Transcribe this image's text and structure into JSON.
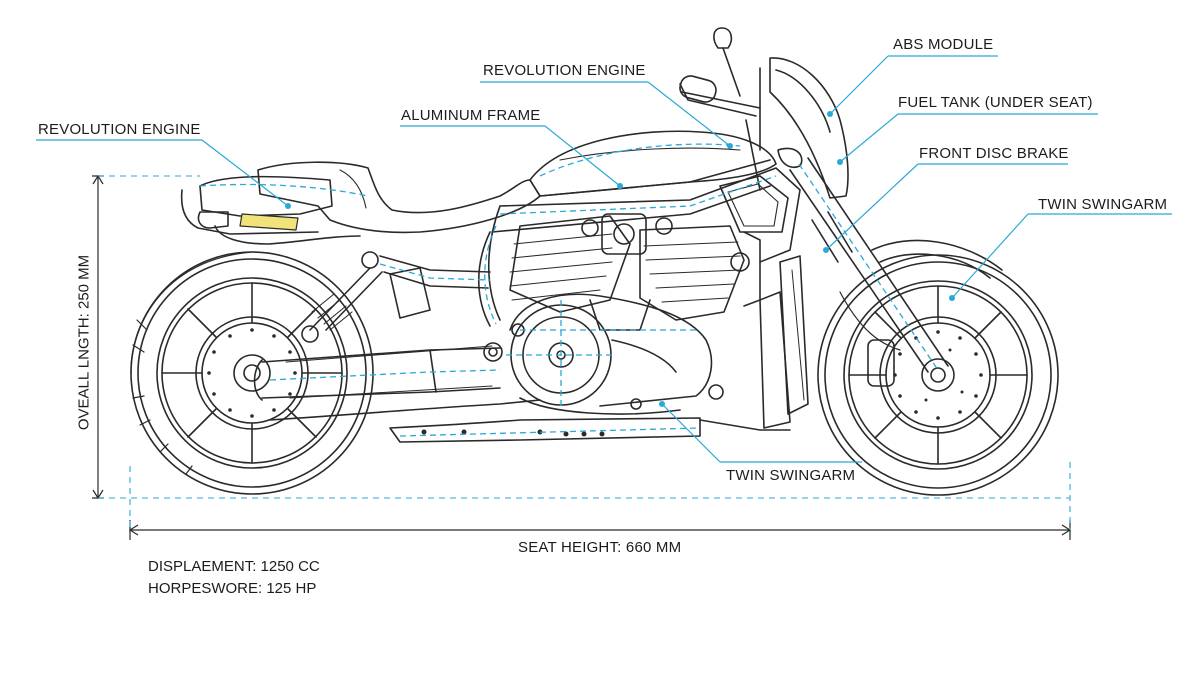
{
  "callouts": {
    "abs_module": "ABS MODULE",
    "revolution_engine_top": "REVOLUTION ENGINE",
    "fuel_tank": "FUEL TANK (UNDER SEAT)",
    "aluminum_frame": "ALUMINUM FRAME",
    "revolution_engine_left": "REVOLUTION ENGINE",
    "front_disc_brake": "FRONT DISC BRAKE",
    "twin_swingarm_right": "TWIN SWINGARM",
    "twin_swingarm_bottom": "TWIN SWINGARM"
  },
  "dimensions": {
    "overall_length": "OVEALL LNGTH: 250 MM",
    "seat_height": "SEAT HEIGHT: 660 MM"
  },
  "specs": {
    "displacement": "DISPLAEMENT: 1250 CC",
    "horsepower": "HORPESWORE: 125 HP"
  },
  "colors": {
    "line": "#2a2a2a",
    "accent": "#29a9d6",
    "marker": "#f2e27a"
  }
}
